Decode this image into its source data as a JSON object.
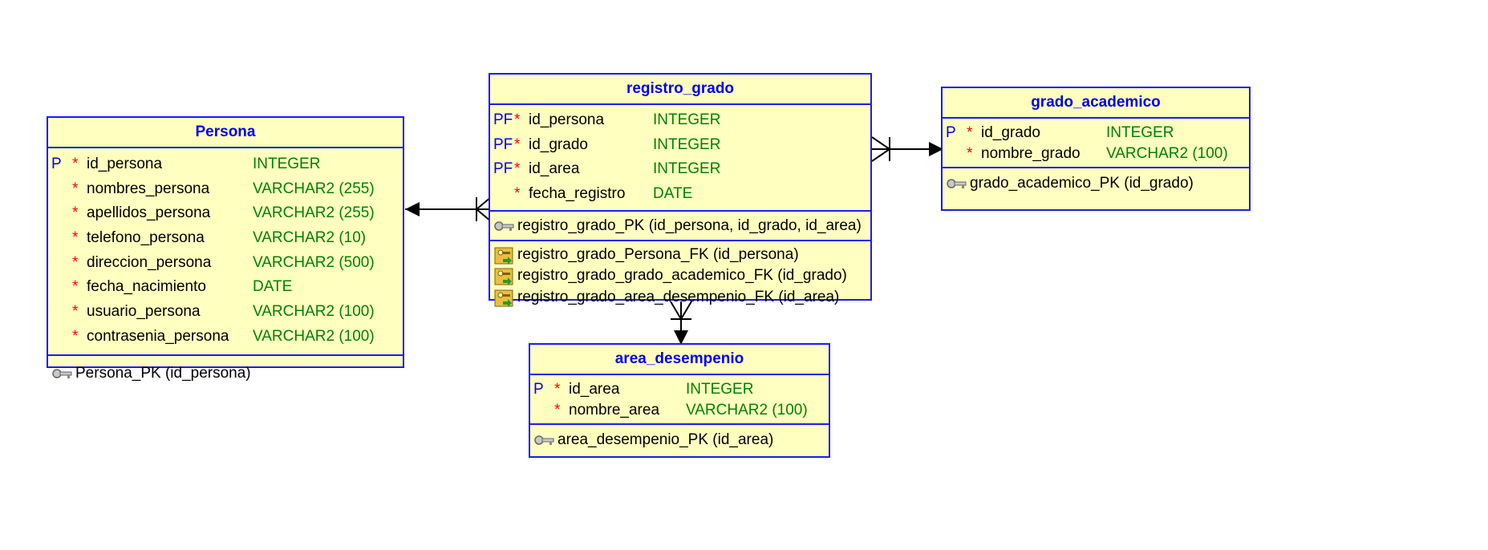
{
  "entities": {
    "persona": {
      "name": "Persona",
      "columns": [
        {
          "flag": "P",
          "required": "*",
          "name": "id_persona",
          "type": "INTEGER"
        },
        {
          "flag": "",
          "required": "*",
          "name": "nombres_persona",
          "type": "VARCHAR2 (255)"
        },
        {
          "flag": "",
          "required": "*",
          "name": "apellidos_persona",
          "type": "VARCHAR2 (255)"
        },
        {
          "flag": "",
          "required": "*",
          "name": "telefono_persona",
          "type": "VARCHAR2 (10)"
        },
        {
          "flag": "",
          "required": "*",
          "name": "direccion_persona",
          "type": "VARCHAR2 (500)"
        },
        {
          "flag": "",
          "required": "*",
          "name": "fecha_nacimiento",
          "type": "DATE"
        },
        {
          "flag": "",
          "required": "*",
          "name": "usuario_persona",
          "type": "VARCHAR2 (100)"
        },
        {
          "flag": "",
          "required": "*",
          "name": "contrasenia_persona",
          "type": "VARCHAR2 (100)"
        }
      ],
      "pk": "Persona_PK (id_persona)"
    },
    "registro_grado": {
      "name": "registro_grado",
      "columns": [
        {
          "flag": "PF",
          "required": "*",
          "name": "id_persona",
          "type": "INTEGER"
        },
        {
          "flag": "PF",
          "required": "*",
          "name": "id_grado",
          "type": "INTEGER"
        },
        {
          "flag": "PF",
          "required": "*",
          "name": "id_area",
          "type": "INTEGER"
        },
        {
          "flag": "",
          "required": "*",
          "name": "fecha_registro",
          "type": "DATE"
        }
      ],
      "pk": "registro_grado_PK (id_persona, id_grado, id_area)",
      "fks": [
        "registro_grado_Persona_FK (id_persona)",
        "registro_grado_grado_academico_FK (id_grado)",
        "registro_grado_area_desempenio_FK (id_area)"
      ]
    },
    "grado_academico": {
      "name": "grado_academico",
      "columns": [
        {
          "flag": "P",
          "required": "*",
          "name": "id_grado",
          "type": "INTEGER"
        },
        {
          "flag": "",
          "required": "*",
          "name": "nombre_grado",
          "type": "VARCHAR2 (100)"
        }
      ],
      "pk": "grado_academico_PK (id_grado)"
    },
    "area_desempenio": {
      "name": "area_desempenio",
      "columns": [
        {
          "flag": "P",
          "required": "*",
          "name": "id_area",
          "type": "INTEGER"
        },
        {
          "flag": "",
          "required": "*",
          "name": "nombre_area",
          "type": "VARCHAR2 (100)"
        }
      ],
      "pk": "area_desempenio_PK (id_area)"
    }
  },
  "colors": {
    "border": "#1a1aff",
    "fill": "#ffffc0",
    "title": "#0000ee",
    "type": "#008000",
    "required": "#ff0000"
  },
  "icons": {
    "pk": "key-icon",
    "fk": "foreign-key-icon"
  }
}
